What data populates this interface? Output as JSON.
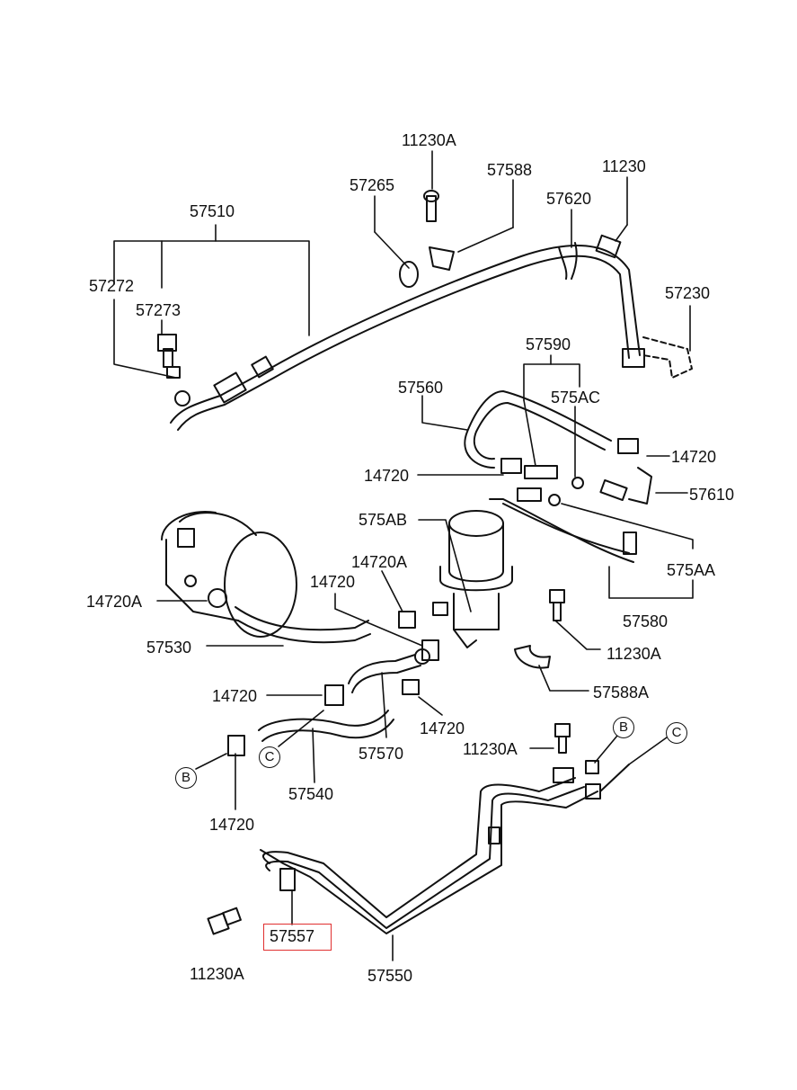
{
  "labels": {
    "p11230A_top": "11230A",
    "p57588": "57588",
    "p57265": "57265",
    "p57620": "57620",
    "p11230": "11230",
    "p57510": "57510",
    "p57272": "57272",
    "p57273": "57273",
    "p57230": "57230",
    "p57590": "57590",
    "p57560": "57560",
    "p575AC": "575AC",
    "p14720_r": "14720",
    "p14720_l": "14720",
    "p57610": "57610",
    "p575AB": "575AB",
    "p14720A_mid": "14720A",
    "p575AA": "575AA",
    "p14720_mid": "14720",
    "p14720A_left": "14720A",
    "p57580": "57580",
    "p11230A_mid": "11230A",
    "p57530": "57530",
    "p57588A": "57588A",
    "p14720_c1": "14720",
    "p14720_c2": "14720",
    "p11230A_low": "11230A",
    "p57570": "57570",
    "p57540": "57540",
    "p14720_b": "14720",
    "p57557": "57557",
    "p11230A_bot": "11230A",
    "p57550": "57550"
  },
  "connectors": {
    "b1": "B",
    "b2": "B",
    "c1": "C",
    "c2": "C"
  },
  "highlight": {
    "part": "57557",
    "color": "#e03030"
  }
}
